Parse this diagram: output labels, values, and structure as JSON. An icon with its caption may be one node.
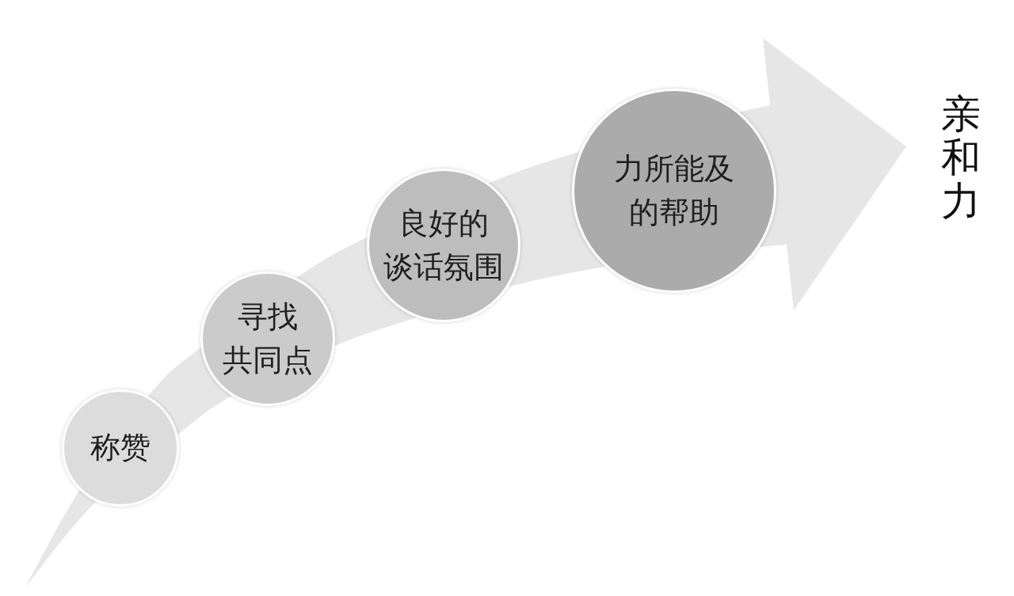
{
  "diagram": {
    "nodes": [
      {
        "text": [
          "称赞"
        ]
      },
      {
        "text": [
          "寻找共同点"
        ]
      },
      {
        "text": [
          "良好的谈话氛围"
        ]
      },
      {
        "text": [
          "力所能及的帮助"
        ]
      }
    ],
    "labels": [
      "亲和力"
    ]
  }
}
